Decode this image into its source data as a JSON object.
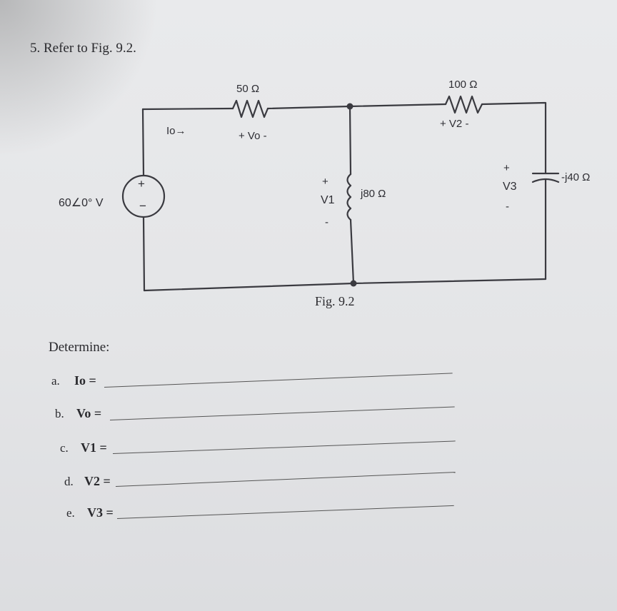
{
  "problem": {
    "heading": "5. Refer to Fig. 9.2.",
    "figure_caption": "Fig. 9.2"
  },
  "circuit": {
    "source_label": "60∠0° V",
    "source_plus": "+",
    "source_minus": "−",
    "r1_value": "50 Ω",
    "r2_value": "100 Ω",
    "inductor_value": "j80 Ω",
    "capacitor_value": "-j40 Ω",
    "io_label": "Io→",
    "vo_polarity": "+ Vo -",
    "v2_polarity": "+ V2 -",
    "v1_plus": "+",
    "v1_label": "V1",
    "v1_minus": "-",
    "v3_plus": "+",
    "v3_label": "V3",
    "v3_minus": "-"
  },
  "questions": {
    "prompt": "Determine:",
    "items": [
      {
        "letter": "a.",
        "label": "Io ="
      },
      {
        "letter": "b.",
        "label": "Vo ="
      },
      {
        "letter": "c.",
        "label": "V1 ="
      },
      {
        "letter": "d.",
        "label": "V2 ="
      },
      {
        "letter": "e.",
        "label": "V3 ="
      }
    ]
  }
}
